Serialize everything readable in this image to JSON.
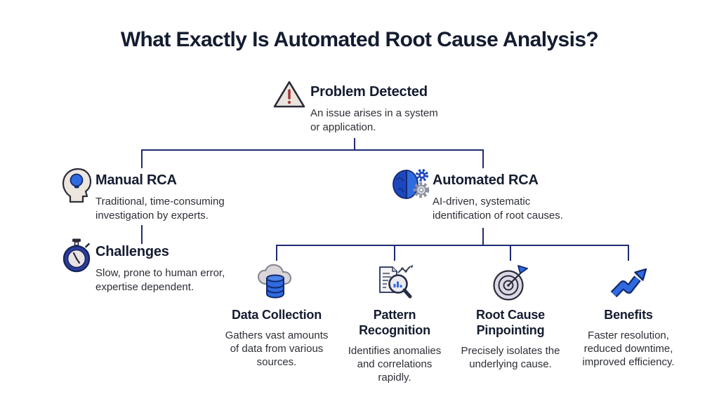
{
  "title": "What Exactly Is Automated Root Cause Analysis?",
  "colors": {
    "background": "#ffffff",
    "heading_text": "#141c30",
    "body_text": "#2c2f36",
    "connector_line": "#1e2b75",
    "accent_blue": "#2f6be0",
    "dark_blue": "#1c47c0",
    "navy_outline": "#142a6e",
    "light_beige": "#ece6df",
    "lavender": "#ddd8e6",
    "alert_red": "#a33a3c",
    "gray": "#8d919c"
  },
  "nodes": {
    "problem": {
      "icon": "warning-triangle-icon",
      "heading": "Problem Detected",
      "description": "An issue arises in a system or application."
    },
    "manual": {
      "icon": "head-lightbulb-icon",
      "heading": "Manual RCA",
      "description": "Traditional, time-consuming investigation by experts."
    },
    "challenges": {
      "icon": "stopwatch-icon",
      "heading": "Challenges",
      "description": "Slow, prone to human error, expertise dependent."
    },
    "automated": {
      "icon": "brain-gears-icon",
      "heading": "Automated RCA",
      "description": "AI-driven, systematic identification of root causes."
    },
    "steps": [
      {
        "icon": "cloud-database-icon",
        "heading": "Data Collection",
        "description": "Gathers vast amounts of data from various sources."
      },
      {
        "icon": "document-magnifier-icon",
        "heading": "Pattern Recognition",
        "description": "Identifies anomalies and correlations rapidly."
      },
      {
        "icon": "target-dart-icon",
        "heading": "Root Cause Pinpointing",
        "description": "Precisely isolates the underlying cause."
      },
      {
        "icon": "trend-arrow-icon",
        "heading": "Benefits",
        "description": "Faster resolution, reduced downtime, improved efficiency."
      }
    ]
  }
}
